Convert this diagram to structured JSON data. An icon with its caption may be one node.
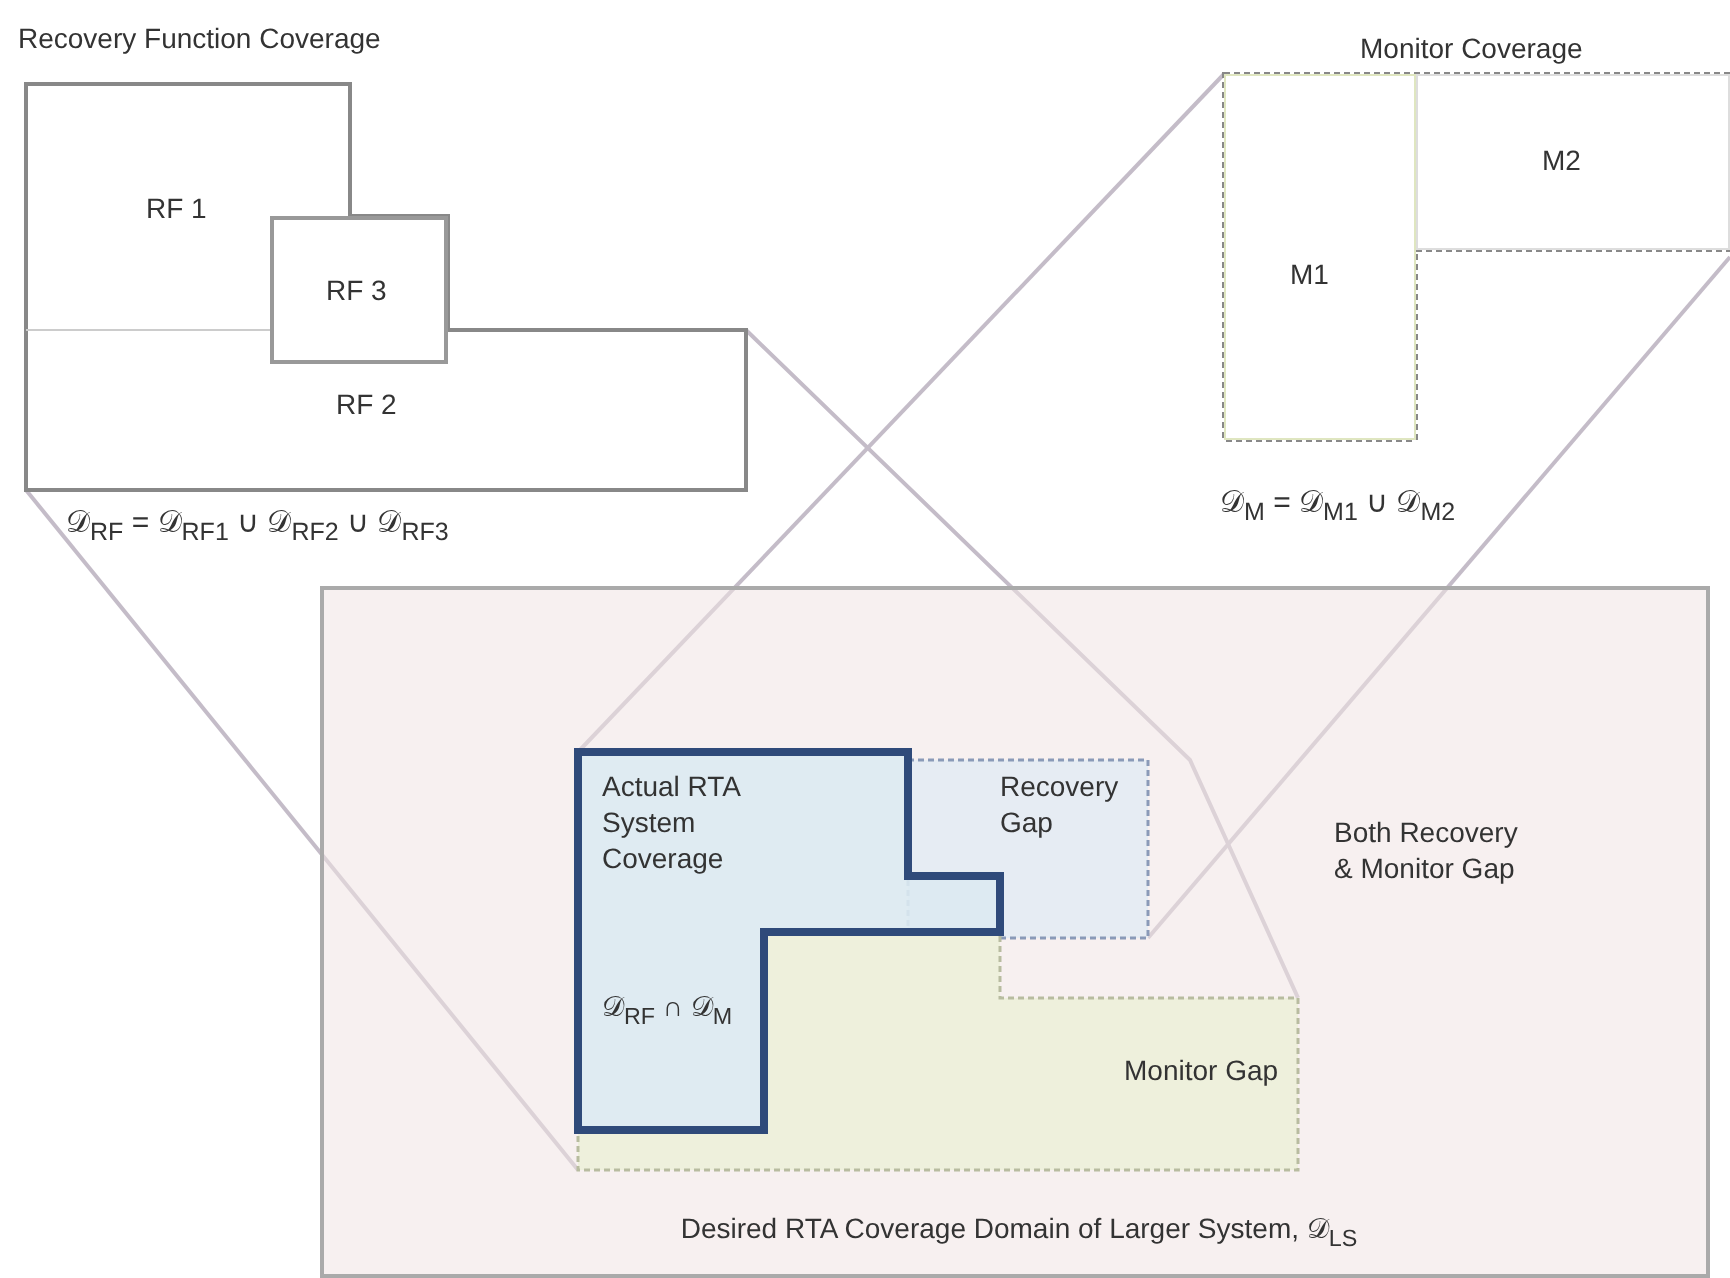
{
  "diagram": {
    "nodes": [
      {
        "text": [
          "Recovery Function Coverage"
        ],
        "beside": [
          "𝒟$_{RF}$ = 𝒟$_{RF1}$ ∪ 𝒟$_{RF2}$ ∪ 𝒟$_{RF3}$"
        ]
      },
      {
        "text": [
          "RF 1"
        ],
        "in": 0
      },
      {
        "text": [
          "RF 3"
        ],
        "in": 0
      },
      {
        "text": [
          "RF 2"
        ],
        "in": 0
      },
      {
        "text": [
          "Monitor Coverage"
        ],
        "beside": [
          "𝒟$_{M}$ = 𝒟$_{M1}$ ∪ 𝒟$_{M2}$"
        ]
      },
      {
        "text": [
          "M1"
        ],
        "in": 4
      },
      {
        "text": [
          "M2"
        ],
        "in": 4
      },
      {
        "text": [
          "Both Recovery & Monitor Gap",
          "Desired RTA Coverage Domain of Larger System, 𝒟$_{LS}$"
        ]
      },
      {
        "text": [
          "Recovery Gap"
        ],
        "in": 7
      },
      {
        "text": [
          "Monitor Gap"
        ],
        "in": 7
      },
      {
        "text": [
          "Actual RTA System Coverage",
          "𝒟$_{RF}$ ∩ 𝒟$_{M}$"
        ],
        "in": 7
      }
    ],
    "edges": [
      {
        "from": 0,
        "to": 9,
        "arrow": "none"
      },
      {
        "from": 0,
        "to": 9,
        "arrow": "none"
      },
      {
        "from": 4,
        "to": 10,
        "arrow": "none"
      },
      {
        "from": 4,
        "to": 8,
        "arrow": "none"
      }
    ]
  }
}
